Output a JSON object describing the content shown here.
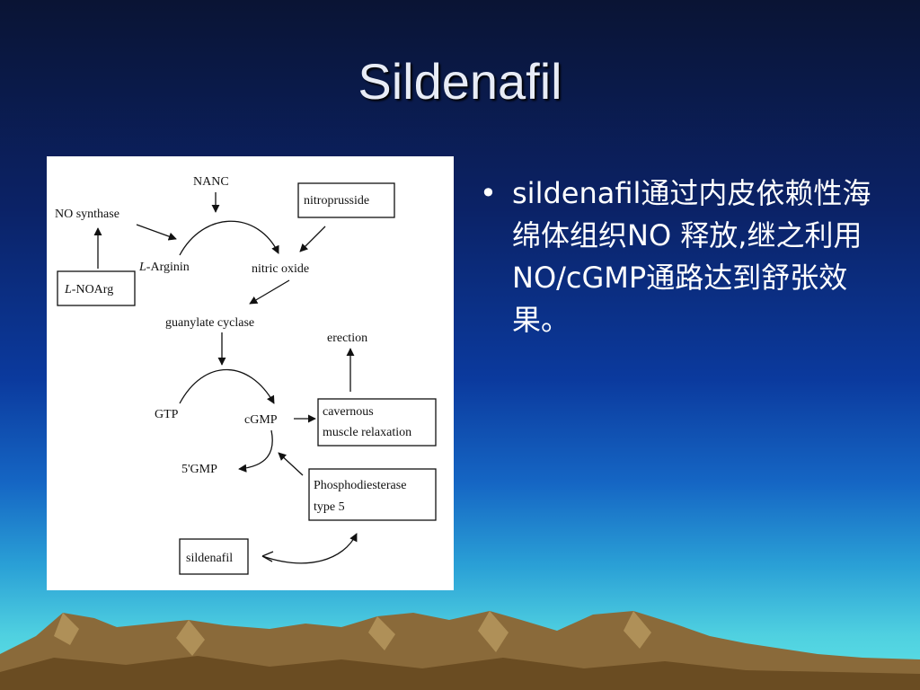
{
  "slide": {
    "title": "Sildenafil"
  },
  "diagram": {
    "labels": {
      "nanc": "NANC",
      "no_synthase": "NO synthase",
      "nitroprusside": "nitroprusside",
      "l_prefix_arginin": "L",
      "arginin": "-Arginin",
      "nitric_oxide": "nitric oxide",
      "l_prefix_noarg": "L",
      "noarg": "-NOArg",
      "guanylate_cyclase": "guanylate cyclase",
      "erection": "erection",
      "gtp": "GTP",
      "cgmp": "cGMP",
      "cavernous": "cavernous",
      "muscle_relaxation": "muscle relaxation",
      "five_gmp": "5'GMP",
      "phosphodiesterase": "Phosphodiesterase",
      "type5": "type 5",
      "sildenafil": "sildenafil"
    }
  },
  "bullets": [
    {
      "marker": "•",
      "text": "sildenafil通过内皮依赖性海绵体组织NO 释放,继之利用NO/cGMP通路达到舒张效果。"
    }
  ],
  "colors": {
    "title": "#e8ecf6",
    "bullet_text": "#ffffff",
    "mountain": "#7a5a2e",
    "mountain_light": "#a8884e"
  }
}
